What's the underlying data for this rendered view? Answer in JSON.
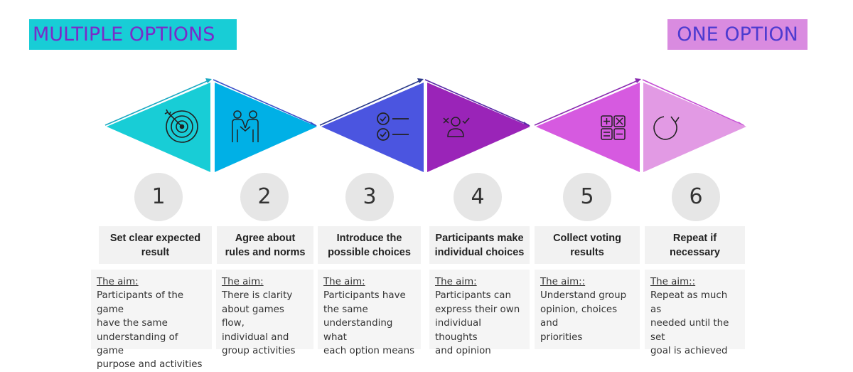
{
  "header": {
    "left_label": "MULTIPLE OPTIONS",
    "right_label": "ONE OPTION"
  },
  "steps": [
    {
      "number": "1",
      "title_line1": "Set clear expected",
      "title_line2": "result",
      "aim": "The aim:",
      "body": [
        "Participants of the game",
        "have the same",
        "understanding of game",
        "purpose and activities"
      ],
      "icon": "target-icon",
      "color": "#18cdd6"
    },
    {
      "number": "2",
      "title_line1": "Agree about",
      "title_line2": "rules and norms",
      "aim": "The aim:",
      "body": [
        "There is clarity",
        "about games flow,",
        "individual and",
        "group activities"
      ],
      "icon": "handshake-icon",
      "color": "#00b0e6"
    },
    {
      "number": "3",
      "title_line1": "Introduce the",
      "title_line2": "possible choices",
      "aim": "The aim:",
      "body": [
        "Participants have",
        "the same",
        "understanding what",
        "each option means"
      ],
      "icon": "checklist-icon",
      "color": "#4b55e0"
    },
    {
      "number": "4",
      "title_line1": "Participants make",
      "title_line2": "individual choices",
      "aim": "The aim:",
      "body": [
        "Participants can",
        "express their own",
        "individual thoughts",
        "and opinion"
      ],
      "icon": "person-choice-icon",
      "color": "#9a24b8"
    },
    {
      "number": "5",
      "title_line1": "Collect voting",
      "title_line2": "results",
      "aim": "The aim::",
      "body": [
        "Understand group",
        "opinion, choices and",
        "priorities"
      ],
      "icon": "calculator-icon",
      "color": "#d65ae0"
    },
    {
      "number": "6",
      "title_line1": "Repeat if",
      "title_line2": "necessary",
      "aim": "The aim::",
      "body": [
        "Repeat as much as",
        "needed until the set",
        "goal is achieved"
      ],
      "icon": "repeat-icon",
      "color": "#e29ae4"
    }
  ]
}
